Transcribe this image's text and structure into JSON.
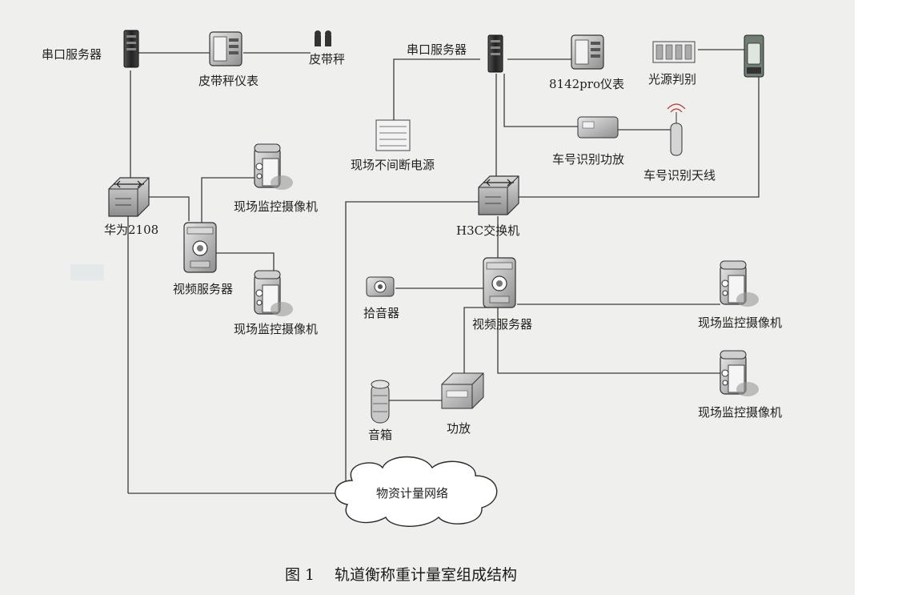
{
  "labels": {
    "serial_server_left": "串口服务器",
    "belt_scale_meter": "皮带秤仪表",
    "belt_scale": "皮带秤",
    "serial_server_right": "串口服务器",
    "meter_8142": "8142pro仪表",
    "light_source_judge": "光源判别",
    "ups": "现场不间断电源",
    "plate_amp": "车号识别功放",
    "plate_antenna": "车号识别天线",
    "huawei_switch": "华为2108",
    "h3c_switch": "H3C交换机",
    "camera_1": "现场监控摄像机",
    "camera_2": "现场监控摄像机",
    "camera_3": "现场监控摄像机",
    "camera_4": "现场监控摄像机",
    "video_server_left": "视频服务器",
    "video_server_right": "视频服务器",
    "pickup": "拾音器",
    "speaker": "音箱",
    "amplifier": "功放",
    "network": "物资计量网络"
  },
  "caption": {
    "number": "图 1",
    "title": "轨道衡称重计量室组成结构"
  },
  "icons": {
    "serial_server": "serial-server-icon",
    "meter": "meter-icon",
    "switch": "network-switch-icon",
    "camera": "camera-icon",
    "video_server": "video-server-icon",
    "cloud": "cloud-icon"
  }
}
